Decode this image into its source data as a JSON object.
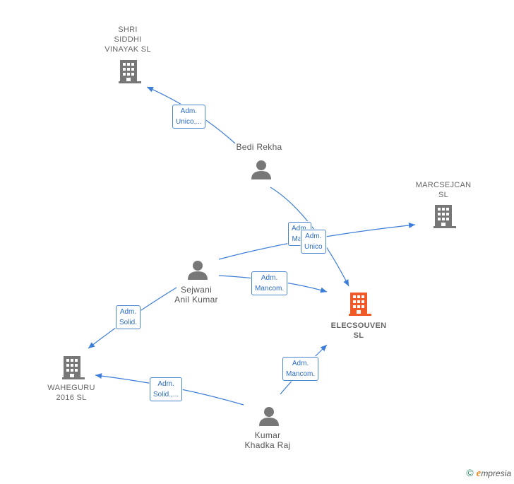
{
  "colors": {
    "edge": "#3b7dd8",
    "company": "#777777",
    "main_company": "#f05a28",
    "person": "#777777"
  },
  "nodes": {
    "shri": {
      "lines": [
        "SHRI",
        "SIDDHI",
        "VINAYAK  SL"
      ],
      "icon": "building-icon"
    },
    "marcsejcan": {
      "lines": [
        "MARCSEJCAN",
        "SL"
      ],
      "icon": "building-icon"
    },
    "elecsouven": {
      "lines": [
        "ELECSOUVEN",
        "SL"
      ],
      "icon": "building-icon"
    },
    "waheguru": {
      "lines": [
        "WAHEGURU",
        "2016  SL"
      ],
      "icon": "building-icon"
    },
    "bedi": {
      "lines": [
        "Bedi Rekha"
      ],
      "icon": "person-icon"
    },
    "sejwani": {
      "lines": [
        "Sejwani",
        "Anil Kumar"
      ],
      "icon": "person-icon"
    },
    "kumar": {
      "lines": [
        "Kumar",
        "Khadka Raj"
      ],
      "icon": "person-icon"
    }
  },
  "edges": [
    {
      "id": "bedi-shri",
      "lines": [
        "Adm.",
        "Unico,..."
      ]
    },
    {
      "id": "bedi-elec",
      "lines": [
        "Adm.",
        "Ma..."
      ]
    },
    {
      "id": "sejwani-marc",
      "lines": [
        "Adm.",
        "Unico"
      ]
    },
    {
      "id": "sejwani-elec",
      "lines": [
        "Adm.",
        "Mancom."
      ]
    },
    {
      "id": "sejwani-wah",
      "lines": [
        "Adm.",
        "Solid."
      ]
    },
    {
      "id": "kumar-wah",
      "lines": [
        "Adm.",
        "Solid.,..."
      ]
    },
    {
      "id": "kumar-elec",
      "lines": [
        "Adm.",
        "Mancom."
      ]
    }
  ],
  "footer": {
    "copyright": "©",
    "brand_e": "e",
    "brand_rest": "mpresia"
  }
}
